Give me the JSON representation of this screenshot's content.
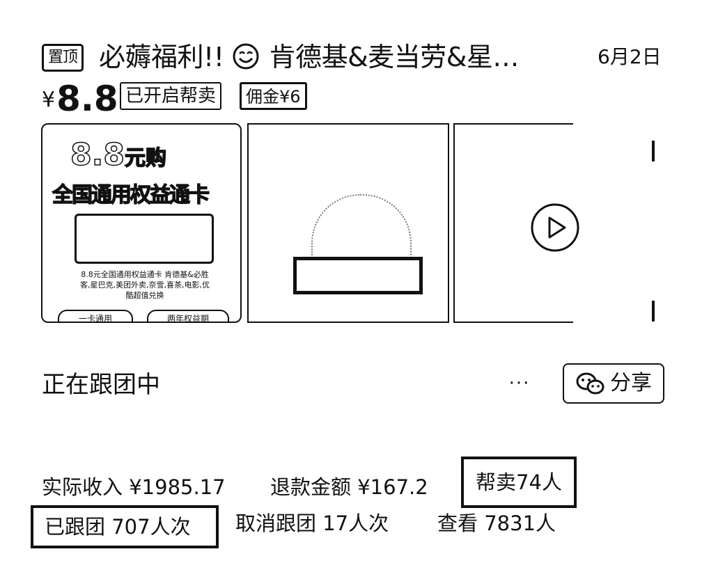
{
  "post": {
    "pin_badge": "置顶",
    "title_prefix": "必薅福利!!",
    "title_rest": "肯德基&麦当劳&星…",
    "date": "6月2日"
  },
  "price": {
    "currency": "¥",
    "value": "8.8",
    "help_sell_tag": "已开启帮卖",
    "commission_tag": "佣金¥6"
  },
  "thumbnail": {
    "headline_amount": "8.8",
    "headline_unit": "元购",
    "headline_sub": "全国通用权益通卡",
    "desc": "8.8元全国通用权益通卡 肯德基&必胜客,星巴克,美团外卖,奈雪,喜茶,电影,优酷超值兑换",
    "pill_left": "一卡通用",
    "pill_right": "两年权益期"
  },
  "status": {
    "label": "正在跟团中",
    "more": "···",
    "share_label": "分享"
  },
  "stats": {
    "income": "实际收入 ¥1985.17",
    "refund": "退款金额 ¥167.2",
    "helpers": "帮卖74人",
    "joined": "已跟团 707人次",
    "cancelled": "取消跟团 17人次",
    "views": "查看 7831人"
  }
}
